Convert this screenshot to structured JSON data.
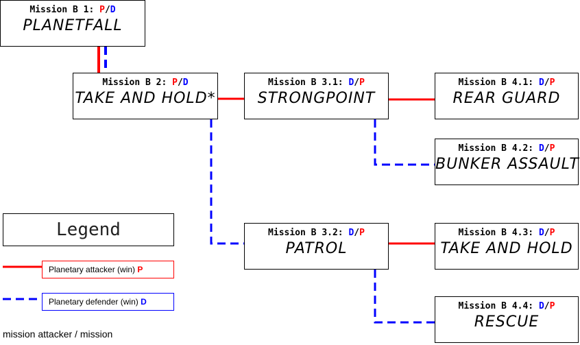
{
  "missions": {
    "b1": {
      "header": "Mission B 1:",
      "first": "P",
      "sep": "/",
      "second": "D",
      "name": "PLANETFALL"
    },
    "b2": {
      "header": "Mission B 2:",
      "first": "P",
      "sep": "/",
      "second": "D",
      "name": "TAKE AND HOLD*"
    },
    "b31": {
      "header": "Mission B 3.1:",
      "first": "D",
      "sep": "/",
      "second": "P",
      "name": "STRONGPOINT"
    },
    "b32": {
      "header": "Mission B 3.2:",
      "first": "D",
      "sep": "/",
      "second": "P",
      "name": "PATROL"
    },
    "b41": {
      "header": "Mission B 4.1:",
      "first": "D",
      "sep": "/",
      "second": "P",
      "name": "REAR GUARD"
    },
    "b42": {
      "header": "Mission B 4.2:",
      "first": "D",
      "sep": "/",
      "second": "P",
      "name": "BUNKER ASSAULT"
    },
    "b43": {
      "header": "Mission B 4.3:",
      "first": "D",
      "sep": "/",
      "second": "P",
      "name": "TAKE AND HOLD"
    },
    "b44": {
      "header": "Mission B 4.4:",
      "first": "D",
      "sep": "/",
      "second": "P",
      "name": "RESCUE"
    }
  },
  "legend": {
    "title": "Legend",
    "attacker_label": "Planetary attacker (win)",
    "attacker_symbol": "P",
    "defender_label": "Planetary defender (win)",
    "defender_symbol": "D"
  },
  "footnote": "mission attacker / mission",
  "colors": {
    "attacker": "#ff0000",
    "defender": "#0000ff"
  }
}
